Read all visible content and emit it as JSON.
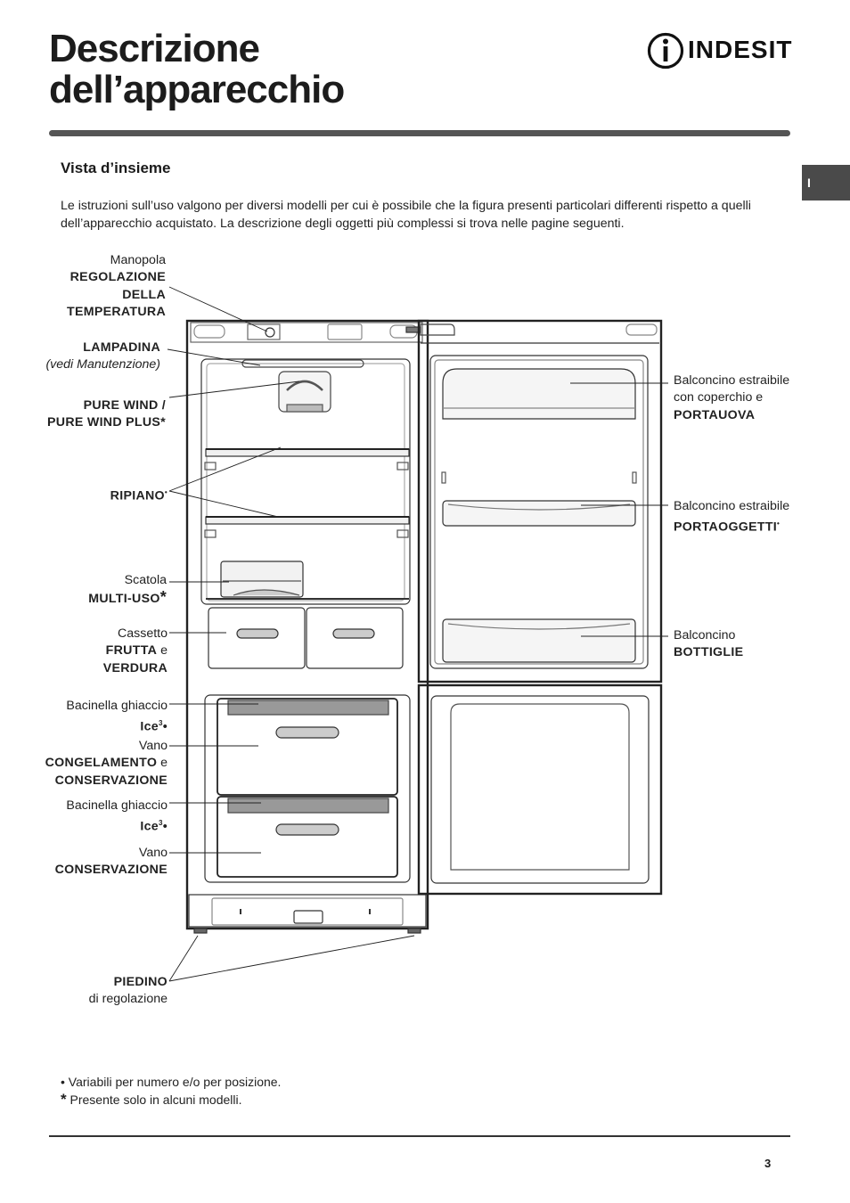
{
  "header": {
    "title_line1": "Descrizione",
    "title_line2": "dell’apparecchio",
    "brand": "INDESIT",
    "language_tab": "I"
  },
  "section": {
    "title": "Vista d’insieme",
    "intro": "Le istruzioni sull’uso valgono per diversi modelli per cui è possibile che la figura presenti particolari differenti rispetto a quelli dell’apparecchio acquistato. La descrizione degli oggetti più complessi si trova nelle pagine seguenti."
  },
  "labels": {
    "manopola": {
      "line1": "Manopola",
      "line2": "REGOLAZIONE",
      "line3": "DELLA",
      "line4": "TEMPERATURA"
    },
    "lampadina": {
      "line1": "LAMPADINA",
      "line2": "(vedi Manutenzione)"
    },
    "purewind": {
      "line1": "PURE WIND /",
      "line2": "PURE WIND PLUS*"
    },
    "ripiano": {
      "line1": "RIPIANO",
      "mark": "•"
    },
    "scatola": {
      "line1": "Scatola",
      "line2": "MULTI-USO",
      "mark": "*"
    },
    "cassetto": {
      "line1": "Cassetto",
      "line2a": "FRUTTA",
      "line2b": " e",
      "line3": "VERDURA"
    },
    "bacinella1": {
      "line1": "Bacinella ghiaccio",
      "line2": "Ice",
      "sup": "3",
      "mark": "•"
    },
    "vano1": {
      "line1": "Vano",
      "line2a": "CONGELAMENTO",
      "line2b": " e",
      "line3": "CONSERVAZIONE"
    },
    "bacinella2": {
      "line1": "Bacinella ghiaccio",
      "line2": "Ice",
      "sup": "3",
      "mark": "•"
    },
    "vano2": {
      "line1": "Vano",
      "line2": "CONSERVAZIONE"
    },
    "piedino": {
      "line1": "PIEDINO",
      "line2": "di regolazione"
    },
    "balc_uova": {
      "line1": "Balconcino estraibile",
      "line2": "con coperchio e",
      "line3": "PORTAUOVA"
    },
    "balc_oggetti": {
      "line1": "Balconcino estraibile",
      "line2": "PORTAOGGETTI",
      "mark": "•"
    },
    "balc_bottiglie": {
      "line1": "Balconcino",
      "line2": "BOTTIGLIE"
    }
  },
  "notes": {
    "note1_mark": "•",
    "note1": " Variabili per numero e/o per posizione.",
    "note2_mark": "*",
    "note2": " Presente solo in alcuni modelli."
  },
  "footer": {
    "page_number": "3"
  }
}
